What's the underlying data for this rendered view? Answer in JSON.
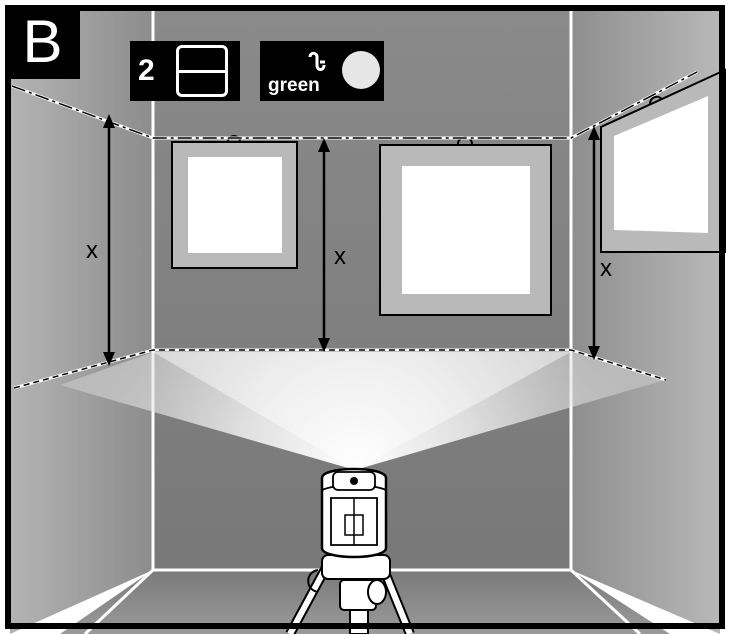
{
  "figure": {
    "panel_label": "B",
    "mode_number": "2",
    "laser_color": "green",
    "measure_label": "x",
    "icons": [
      "horizontal-line-icon",
      "plumb-bob-icon",
      "green-dot-icon"
    ],
    "colors": {
      "frame": "#000000",
      "back_wall": "#7d7d7d",
      "side_wall": "#989898",
      "floor": "#8a8a8a",
      "laser_line": "#ffffff",
      "picture_frame": "#b9b9b9"
    }
  }
}
